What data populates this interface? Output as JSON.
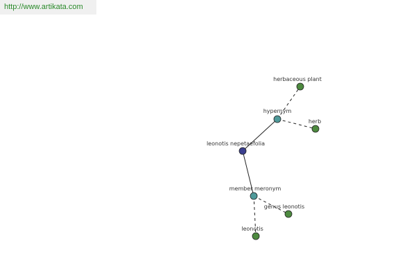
{
  "header": {
    "url": "http://www.artikata.com"
  },
  "colors": {
    "center_node": "#3b3f8f",
    "relation_node": "#4f9a9a",
    "leaf_node": "#4d8a3f",
    "node_stroke": "#222222",
    "url_text": "#2a8a2a"
  },
  "graph": {
    "nodes": [
      {
        "id": "center",
        "label": "leonotis nepetaefolia",
        "kind": "center"
      },
      {
        "id": "hypernym",
        "label": "hypernym",
        "kind": "relation"
      },
      {
        "id": "herbaceous",
        "label": "herbaceous plant",
        "kind": "leaf"
      },
      {
        "id": "herb",
        "label": "herb",
        "kind": "leaf"
      },
      {
        "id": "member",
        "label": "member meronym",
        "kind": "relation"
      },
      {
        "id": "genus",
        "label": "genus leonotis",
        "kind": "leaf"
      },
      {
        "id": "leonotis",
        "label": "leonotis",
        "kind": "leaf"
      }
    ],
    "edges": [
      {
        "from": "center",
        "to": "hypernym",
        "style": "solid"
      },
      {
        "from": "center",
        "to": "member",
        "style": "solid"
      },
      {
        "from": "hypernym",
        "to": "herbaceous",
        "style": "dashed"
      },
      {
        "from": "hypernym",
        "to": "herb",
        "style": "dashed"
      },
      {
        "from": "member",
        "to": "genus",
        "style": "dashed"
      },
      {
        "from": "member",
        "to": "leonotis",
        "style": "dashed"
      }
    ]
  }
}
